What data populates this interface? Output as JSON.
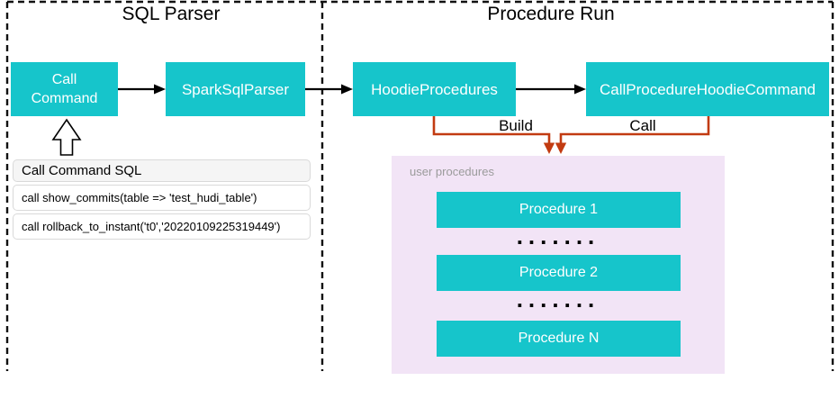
{
  "titles": {
    "left": "SQL Parser",
    "right": "Procedure Run"
  },
  "nodes": {
    "call_command": "Call Command",
    "spark_sql_parser": "SparkSqlParser",
    "hoodie_procedures": "HoodieProcedures",
    "call_procedure_hoodie_command": "CallProcedureHoodieCommand"
  },
  "edge_labels": {
    "build": "Build",
    "call": "Call"
  },
  "sql_panel": {
    "header": "Call Command SQL",
    "rows": [
      "call show_commits(table => 'test_hudi_table')",
      "call rollback_to_instant('t0','20220109225319449')"
    ]
  },
  "user_procedures": {
    "label": "user procedures",
    "items": [
      "Procedure 1",
      "Procedure 2",
      "Procedure N"
    ],
    "dots": "......."
  },
  "colors": {
    "node_teal": "#16c5cb",
    "connector_orange": "#c23b11",
    "panel_pink": "#f2e4f6",
    "panel_header_gray": "#f5f5f5",
    "label_gray": "#9b9b9b",
    "line_black": "#000000"
  }
}
